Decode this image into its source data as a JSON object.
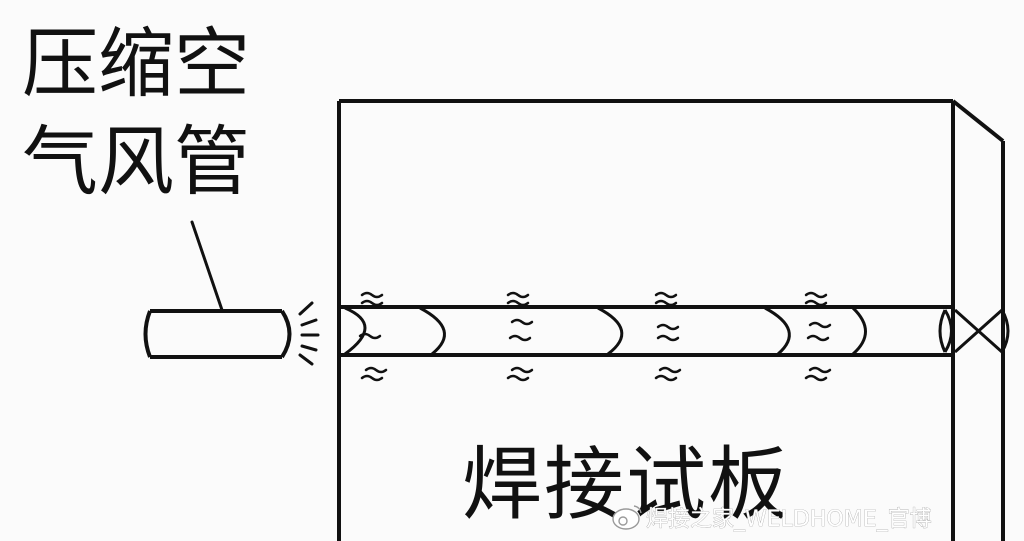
{
  "labels": {
    "air_hose_line1": "压缩空",
    "air_hose_line2": "气风管",
    "test_plate": "焊接试板"
  },
  "watermark": {
    "text": "焊接之家_WELDHOME_官博"
  },
  "colors": {
    "line": "#111111",
    "background": "#fbfbfb"
  }
}
